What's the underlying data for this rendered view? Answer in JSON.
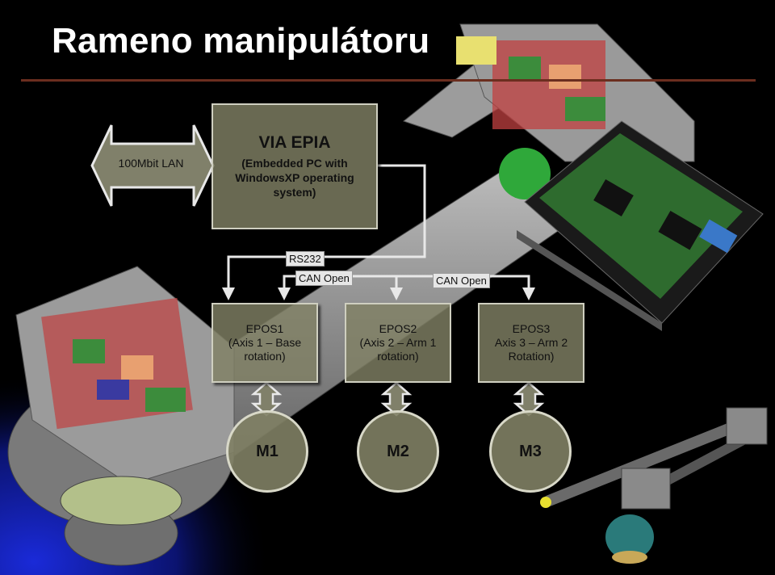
{
  "title": "Rameno manipulátoru",
  "lan": {
    "label": "100Mbit LAN"
  },
  "pc": {
    "name": "VIA EPIA",
    "description_lines": [
      "(Embedded PC with",
      "WindowsXP operating",
      "system)"
    ]
  },
  "buses": {
    "rs232": "RS232",
    "can1": "CAN Open",
    "can2": "CAN Open"
  },
  "controllers": [
    {
      "lines": [
        "EPOS1",
        "(Axis 1 – Base",
        "rotation)"
      ]
    },
    {
      "lines": [
        "EPOS2",
        "(Axis 2 – Arm 1",
        "rotation)"
      ]
    },
    {
      "lines": [
        "EPOS3",
        "Axis 3 – Arm 2",
        "Rotation)"
      ]
    }
  ],
  "motors": [
    "M1",
    "M2",
    "M3"
  ],
  "colors": {
    "background": "#000000",
    "title": "#ffffff",
    "rule": "#6b2e1f",
    "box_fill": "#80806a",
    "box_border": "#cfcfc0",
    "arm_grey": "#8a8a8a",
    "pcb_green": "#2e6b2e"
  }
}
